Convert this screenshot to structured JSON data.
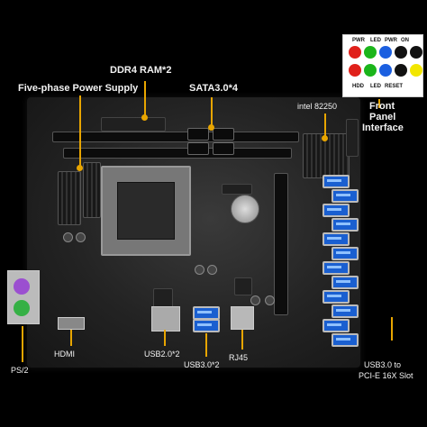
{
  "labels": {
    "ddr4": "DDR4 RAM*2",
    "five_phase": "Five-phase Power Supply",
    "sata": "SATA3.0*4",
    "intel": "intel 82250",
    "front_panel_1": "Front",
    "front_panel_2": "Panel",
    "front_panel_3": "Interface",
    "usb2": "USB2.0*2",
    "hdmi": "HDMI",
    "rj45": "RJ45",
    "ps2": "PS/2",
    "usb3": "USB3.0*2",
    "usb3_pcie_1": "USB3.0 to",
    "usb3_pcie_2": "PCI-E 16X Slot"
  },
  "pinbox": {
    "top": [
      "PWR",
      "LED",
      "PWR",
      "ON"
    ],
    "bottom": [
      "HDD",
      "LED",
      "RESET"
    ],
    "top_colors": [
      "#e0201a",
      "#1bb51b",
      "#1b5fe0",
      "#111111",
      "#111111"
    ],
    "bottom_colors": [
      "#e0201a",
      "#1bb51b",
      "#1b5fe0",
      "#111111",
      "#f2e600"
    ]
  },
  "colors": {
    "callout": "#e8a500",
    "usb_blue": "#1a5fd0"
  }
}
